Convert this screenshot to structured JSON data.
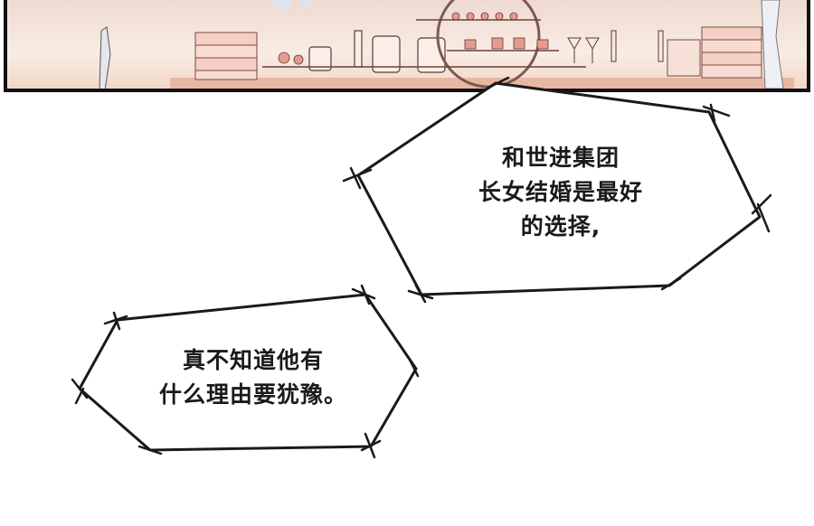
{
  "panel": {
    "scene": "banquet-dessert-table-illustration",
    "colors": {
      "sky_top": "#f3dcc9",
      "sky_mid": "#f7e8dc",
      "table": "#e9b9a6",
      "frame": "#111111"
    }
  },
  "bubble_1": {
    "lines": [
      "和世进集团",
      "长女结婚是最好",
      "的选择,"
    ]
  },
  "bubble_2": {
    "lines": [
      "真不知道他有",
      "什么理由要犹豫。"
    ]
  }
}
